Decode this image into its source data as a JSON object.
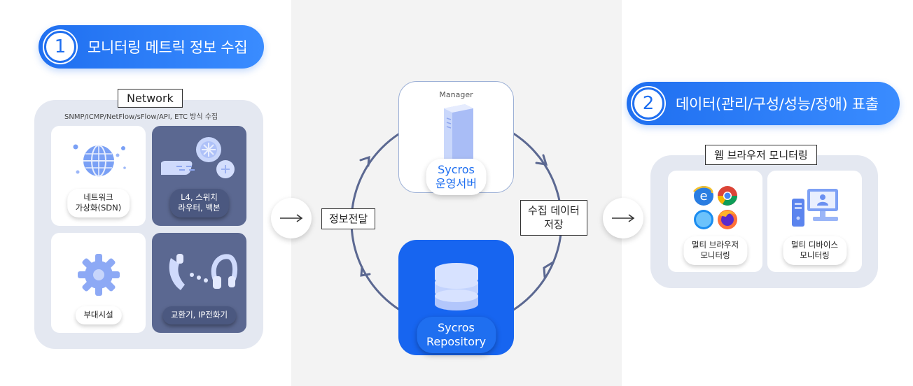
{
  "step1": {
    "number": "1",
    "title": "모니터링 메트릭 정보 수집"
  },
  "step2": {
    "number": "2",
    "title": "데이터(관리/구성/성능/장애) 표출"
  },
  "network": {
    "label": "Network",
    "subtitle": "SNMP/ICMP/NetFlow/sFlow/API, ETC 방식 수집",
    "cards": [
      {
        "line1": "네트워크",
        "line2": "가상화(SDN)",
        "icon": "globe-icon"
      },
      {
        "line1": "L4, 스위치",
        "line2": "라우터, 백본",
        "icon": "router-switch-icon"
      },
      {
        "line1": "부대시설",
        "line2": "",
        "icon": "gear-icon"
      },
      {
        "line1": "교환기, IP전화기",
        "line2": "",
        "icon": "phone-headset-icon"
      }
    ]
  },
  "center": {
    "transfer_label": "정보전달",
    "store_label_line1": "수집 데이터",
    "store_label_line2": "저장",
    "manager": {
      "small": "Manager",
      "line1": "Sycros",
      "line2": "운영서버"
    },
    "repository": {
      "line1": "Sycros",
      "line2": "Repository"
    }
  },
  "web": {
    "label": "웹 브라우저 모니터링",
    "cards": [
      {
        "line1": "멀티 브라우저",
        "line2": "모니터링",
        "icon": "browsers-icon"
      },
      {
        "line1": "멀티 디바이스",
        "line2": "모니터링",
        "icon": "devices-icon"
      }
    ]
  },
  "colors": {
    "accent": "#1f6ff0",
    "panel": "#e4e8f1",
    "dark_card": "#5b6891",
    "repo": "#1765f0"
  }
}
